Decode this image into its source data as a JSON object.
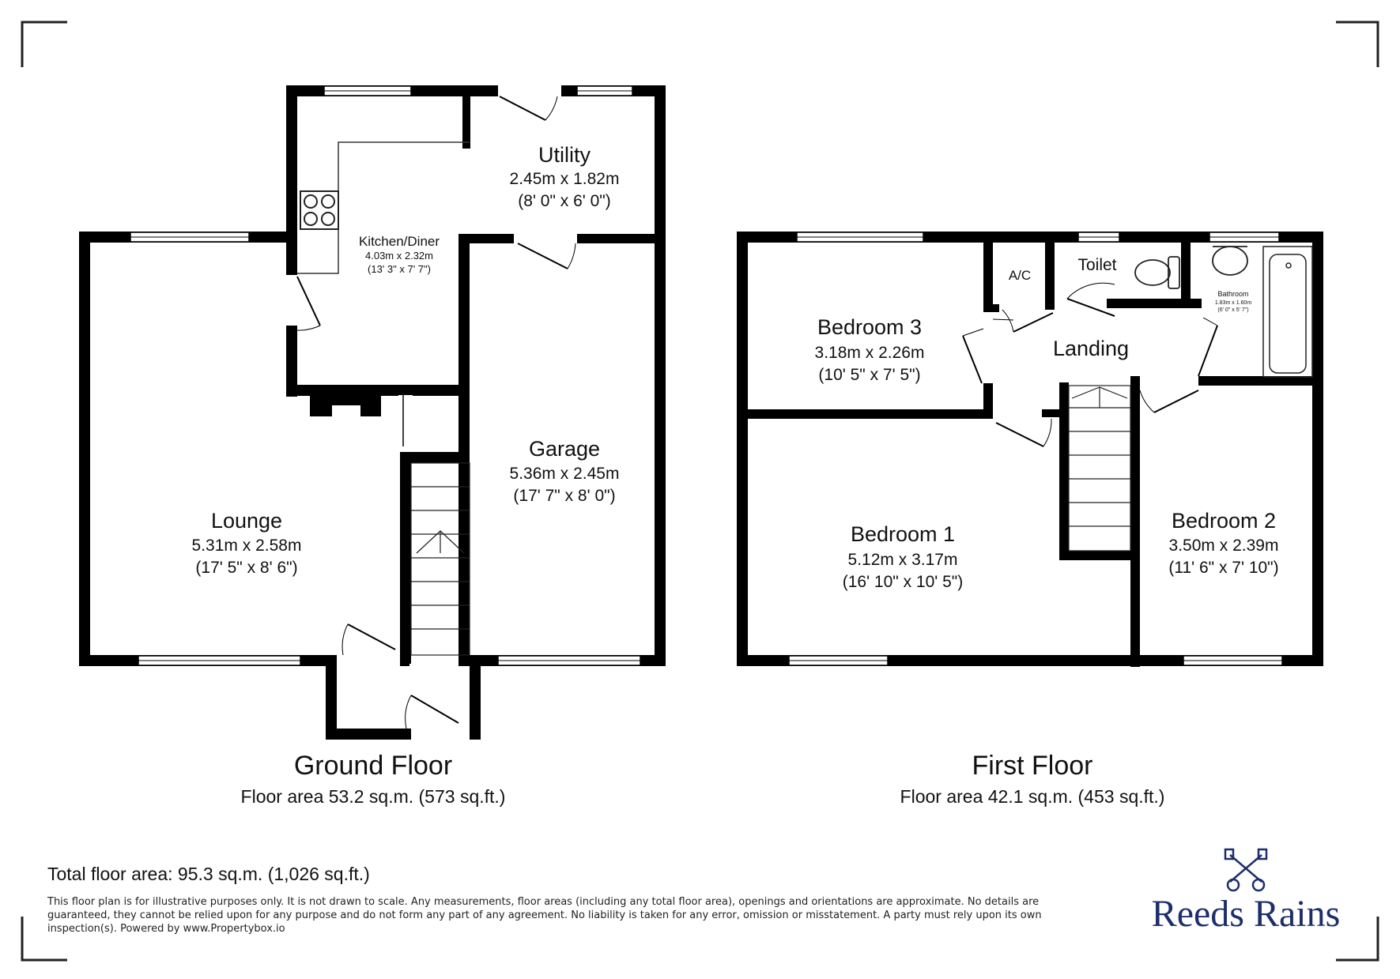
{
  "ground_floor": {
    "title": "Ground Floor",
    "area": "Floor area 53.2 sq.m. (573 sq.ft.)",
    "rooms": {
      "utility": {
        "name": "Utility",
        "metric": "2.45m x 1.82m",
        "imperial": "(8' 0\" x 6' 0\")"
      },
      "kitchen": {
        "name": "Kitchen/Diner",
        "metric": "4.03m x 2.32m",
        "imperial": "(13' 3\" x 7' 7\")"
      },
      "garage": {
        "name": "Garage",
        "metric": "5.36m x 2.45m",
        "imperial": "(17' 7\" x 8' 0\")"
      },
      "lounge": {
        "name": "Lounge",
        "metric": "5.31m x 2.58m",
        "imperial": "(17' 5\" x 8' 6\")"
      }
    }
  },
  "first_floor": {
    "title": "First Floor",
    "area": "Floor area 42.1 sq.m. (453 sq.ft.)",
    "rooms": {
      "bedroom3": {
        "name": "Bedroom 3",
        "metric": "3.18m x 2.26m",
        "imperial": "(10' 5\" x 7' 5\")"
      },
      "ac": {
        "name": "A/C"
      },
      "toilet": {
        "name": "Toilet"
      },
      "bathroom": {
        "name": "Bathroom",
        "metric": "1.83m x 1.60m",
        "imperial": "(6' 0\" x 5' 7\")"
      },
      "landing": {
        "name": "Landing"
      },
      "bedroom1": {
        "name": "Bedroom 1",
        "metric": "5.12m x 3.17m",
        "imperial": "(16' 10\" x 10' 5\")"
      },
      "bedroom2": {
        "name": "Bedroom 2",
        "metric": "3.50m x 2.39m",
        "imperial": "(11' 6\" x 7' 10\")"
      }
    }
  },
  "total_area": "Total floor area: 95.3 sq.m. (1,026 sq.ft.)",
  "disclaimer": "This floor plan is for illustrative purposes only. It is not drawn to scale. Any measurements, floor areas (including any total floor area), openings and orientations are approximate. No details are guaranteed, they cannot be relied upon for any purpose and do not form any part of any agreement. No liability is taken for any error, omission or misstatement. A party must rely upon its own inspection(s). Powered by www.Propertybox.io",
  "brand": {
    "name": "Reeds Rains",
    "color": "#1d2f6b"
  },
  "colors": {
    "wall": "#000000",
    "background": "#ffffff"
  },
  "icons": [
    "crossed-keys-icon",
    "hob-icon",
    "toilet-icon",
    "bath-icon",
    "sink-icon"
  ]
}
